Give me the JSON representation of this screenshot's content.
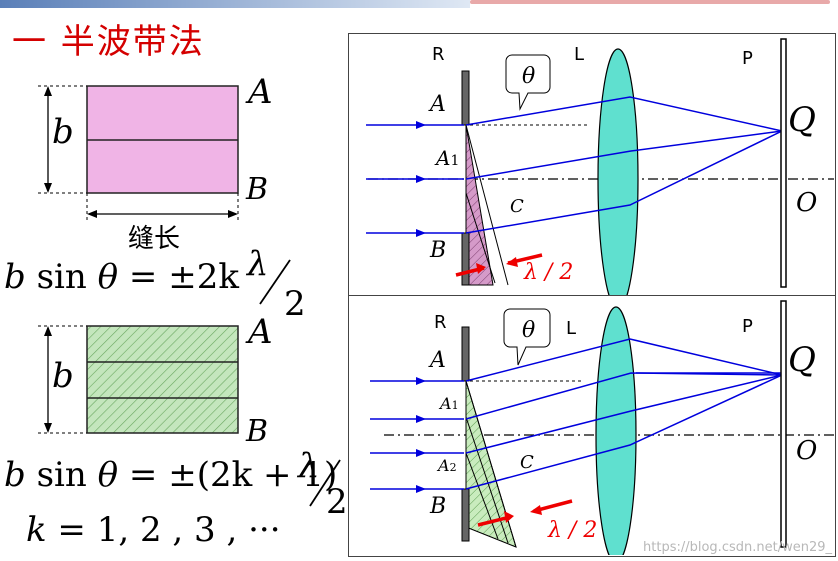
{
  "title": "一  半波带法",
  "left": {
    "slit_width_label": "b",
    "label_a": "A",
    "label_b": "B",
    "length_label": "缝长",
    "formula1": {
      "lhs": "b",
      "sin": "sin",
      "theta": "θ",
      "eq": "= ±2k",
      "lambda": "λ",
      "den": "2"
    },
    "formula2": {
      "lhs": "b",
      "sin": "sin",
      "theta": "θ",
      "eq": "= ±(2k + 1)",
      "lambda": "λ",
      "den": "2"
    },
    "formula3": {
      "k": "k",
      "eq": "=  1, 2 , 3 , ···"
    }
  },
  "panel_top": {
    "label_r": "R",
    "label_l": "L",
    "label_p": "P",
    "theta": "θ",
    "label_a": "A",
    "label_a1": "A",
    "label_a1_sub": "1",
    "label_b": "B",
    "label_c": "C",
    "label_q": "Q",
    "label_o": "O",
    "half_wave": "λ / 2"
  },
  "panel_bottom": {
    "label_r": "R",
    "label_l": "L",
    "label_p": "P",
    "theta": "θ",
    "label_a": "A",
    "label_a1": "A",
    "label_a1_sub": "1",
    "label_a2": "A",
    "label_a2_sub": "2",
    "label_b": "B",
    "label_c": "C",
    "label_q": "Q",
    "label_o": "O",
    "half_wave": "λ / 2"
  },
  "watermark": "https://blog.csdn.net/wen29_",
  "colors": {
    "title": "#d40000",
    "ray": "#0000dd",
    "lens": "#5fe0cf",
    "zone_top": "#e9a0d8",
    "zone_bottom": "#b9e0b0",
    "arrow": "#ee0000"
  }
}
